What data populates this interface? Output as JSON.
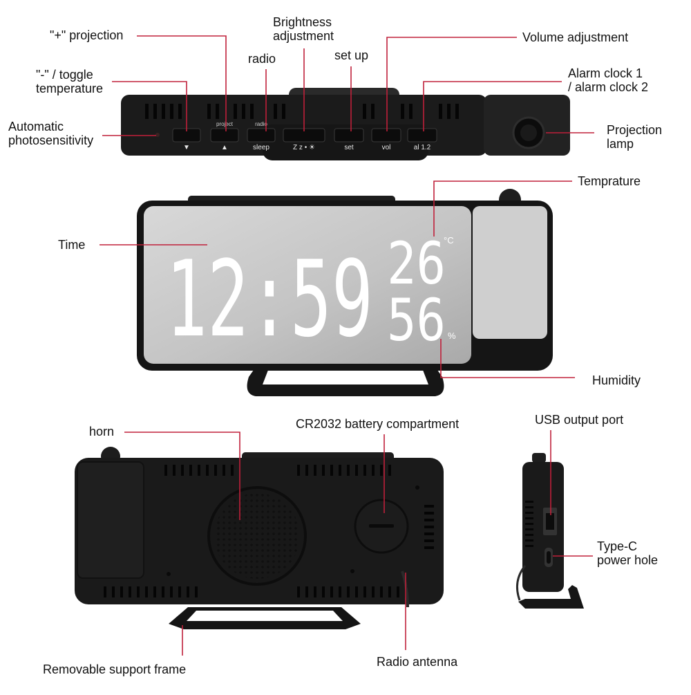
{
  "labels": {
    "plus_projection": "\"+\" projection",
    "brightness": [
      "Brightness",
      "adjustment"
    ],
    "volume": "Volume adjustment",
    "radio": "radio",
    "set_up": "set up",
    "minus_toggle": [
      "\"-\" / toggle",
      "temperature"
    ],
    "alarm_clock": [
      "Alarm clock 1",
      "/ alarm clock 2"
    ],
    "auto_photo": [
      "Automatic",
      "photosensitivity"
    ],
    "projection_lamp": [
      "Projection",
      "lamp"
    ],
    "temperature": "Temprature",
    "time": "Time",
    "humidity": "Humidity",
    "horn": "horn",
    "battery": "CR2032 battery compartment",
    "usb_port": "USB output port",
    "type_c": [
      "Type-C",
      "power hole"
    ],
    "support_frame": "Removable support frame",
    "antenna": "Radio antenna"
  },
  "buttons": {
    "down_symbol": "▼",
    "project_top": "project",
    "up_symbol": "▲",
    "radio_top": "radio",
    "sleep": "sleep",
    "brightness": "Z z • ☀",
    "set": "set",
    "vol": "vol",
    "al": "al 1.2"
  },
  "display": {
    "time": "12:59",
    "temperature": "26",
    "humidity": "56",
    "temp_unit": "°C",
    "humidity_unit": "%"
  },
  "colors": {
    "leader_line": "#c0203a",
    "device_body": "#1b1b1b",
    "screen": "#c9c9c9",
    "digits": "#ffffff"
  }
}
